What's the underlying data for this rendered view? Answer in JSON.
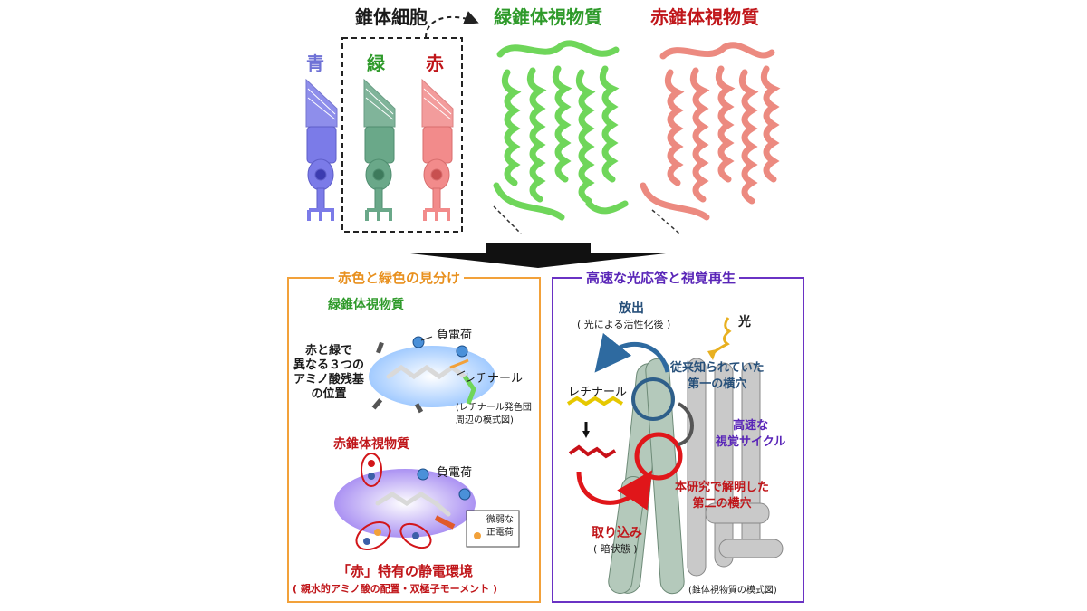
{
  "top": {
    "cone_cell_title": "錐体細胞",
    "cone_labels": {
      "blue": "青",
      "green": "緑",
      "red": "赤"
    },
    "green_opsin_title": "緑錐体視物質",
    "red_opsin_title": "赤錐体視物質"
  },
  "left_panel": {
    "title": "赤色と緑色の見分け",
    "green_opsin_label": "緑錐体視物質",
    "negative_charge_1": "負電荷",
    "amino_acid_note": [
      "赤と緑で",
      "異なる３つの",
      "アミノ酸残基",
      "の位置"
    ],
    "retinal_label": "レチナール",
    "chromophore_note": [
      "(レチナール発色団",
      "周辺の模式図)"
    ],
    "red_opsin_label": "赤錐体視物質",
    "negative_charge_2": "負電荷",
    "weak_positive": [
      "微弱な",
      "正電荷"
    ],
    "summary": "「赤」特有の静電環境",
    "summary_detail": "( 親水的アミノ酸の配置・双極子モーメント )"
  },
  "right_panel": {
    "title": "高速な光応答と視覚再生",
    "release": "放出",
    "release_note": "( 光による活性化後 )",
    "light": "光",
    "retinal_label": "レチナール",
    "first_pore": [
      "従来知られていた",
      "第一の横穴"
    ],
    "fast_cycle": [
      "高速な",
      "視覚サイクル"
    ],
    "second_pore": [
      "本研究で解明した",
      "第二の横穴"
    ],
    "uptake": "取り込み",
    "dark_state": "( 暗状態 )",
    "model_note": "(錐体視物質の模式図)"
  },
  "colors": {
    "blue_cone": "#7b7be8",
    "green_cone": "#6aa889",
    "red_cone": "#f28b8b",
    "green_protein": "#6fd65a",
    "red_protein": "#ec8a80",
    "left_border": "#f2a13a",
    "right_border": "#6a32c4"
  }
}
